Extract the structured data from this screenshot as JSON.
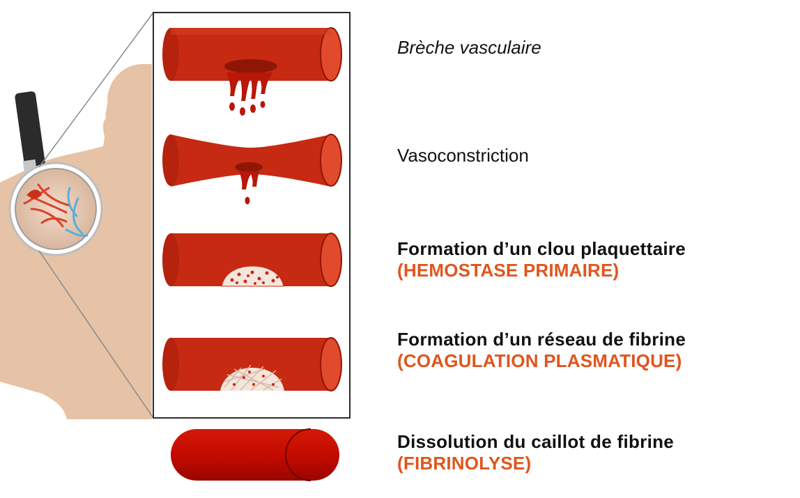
{
  "colors": {
    "vessel": "#c62a12",
    "vessel_dark": "#8f1606",
    "vessel_end": "#e24a2c",
    "blood": "#b8170a",
    "skin": "#e6c3a6",
    "accent": "#e0551d",
    "text": "#111111",
    "final_vessel": "#c40a00"
  },
  "steps": [
    {
      "title": "Brèche vasculaire",
      "subtitle": ""
    },
    {
      "title": "Vasoconstriction",
      "subtitle": ""
    },
    {
      "title": "Formation d’un clou plaquettaire",
      "subtitle": "(HEMOSTASE PRIMAIRE)"
    },
    {
      "title": "Formation d’un réseau de fibrine",
      "subtitle": "(COAGULATION PLASMATIQUE)"
    },
    {
      "title": "Dissolution du caillot de fibrine",
      "subtitle": "(FIBRINOLYSE)"
    }
  ]
}
